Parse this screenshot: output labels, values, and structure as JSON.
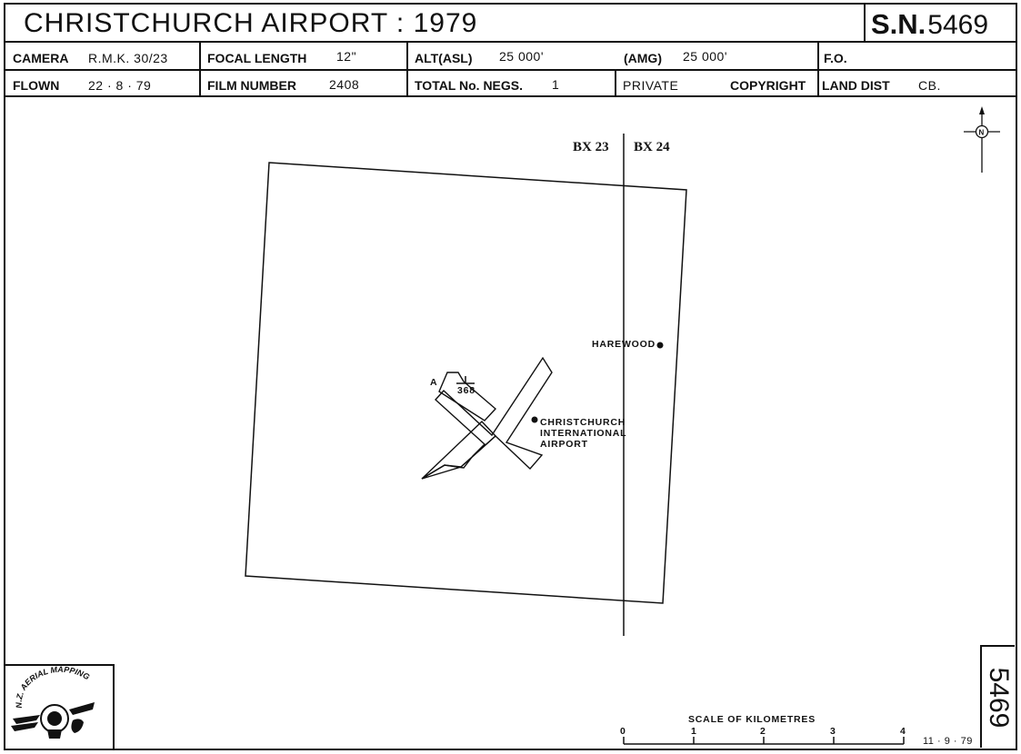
{
  "header": {
    "title": "CHRISTCHURCH  AIRPORT : 1979",
    "sn_label": "S.N.",
    "sn_number": "5469"
  },
  "row1": {
    "camera_label": "CAMERA",
    "camera_value": "R.M.K. 30/23",
    "focal_label": "FOCAL LENGTH",
    "focal_value": "12\"",
    "alt_asl_label": "ALT(ASL)",
    "alt_asl_value": "25 000'",
    "amg_label": "(AMG)",
    "amg_value": "25 000'",
    "fo_label": "F.O."
  },
  "row2": {
    "flown_label": "FLOWN",
    "flown_value": "22 · 8 · 79",
    "film_label": "FILM NUMBER",
    "film_value": "2408",
    "negs_label": "TOTAL No. NEGS.",
    "negs_value": "1",
    "private_label": "PRIVATE",
    "copyright_label": "COPYRIGHT",
    "land_label": "LAND DIST",
    "land_value": "CB."
  },
  "map": {
    "tile_left": "BX 23",
    "tile_right": "BX 24",
    "north": "N",
    "place_harewood": "HAREWOOD",
    "airport_line1": "CHRISTCHURCH",
    "airport_line2": "INTERNATIONAL",
    "airport_line3": "AIRPORT",
    "marker_a": "A",
    "elevation": "368"
  },
  "scale": {
    "title": "SCALE OF KILOMETRES",
    "ticks": [
      "0",
      "1",
      "2",
      "3",
      "4"
    ]
  },
  "footer": {
    "date": "11 · 9 · 79",
    "side_number": "5469",
    "logo_text": "N.Z. AERIAL MAPPING"
  }
}
